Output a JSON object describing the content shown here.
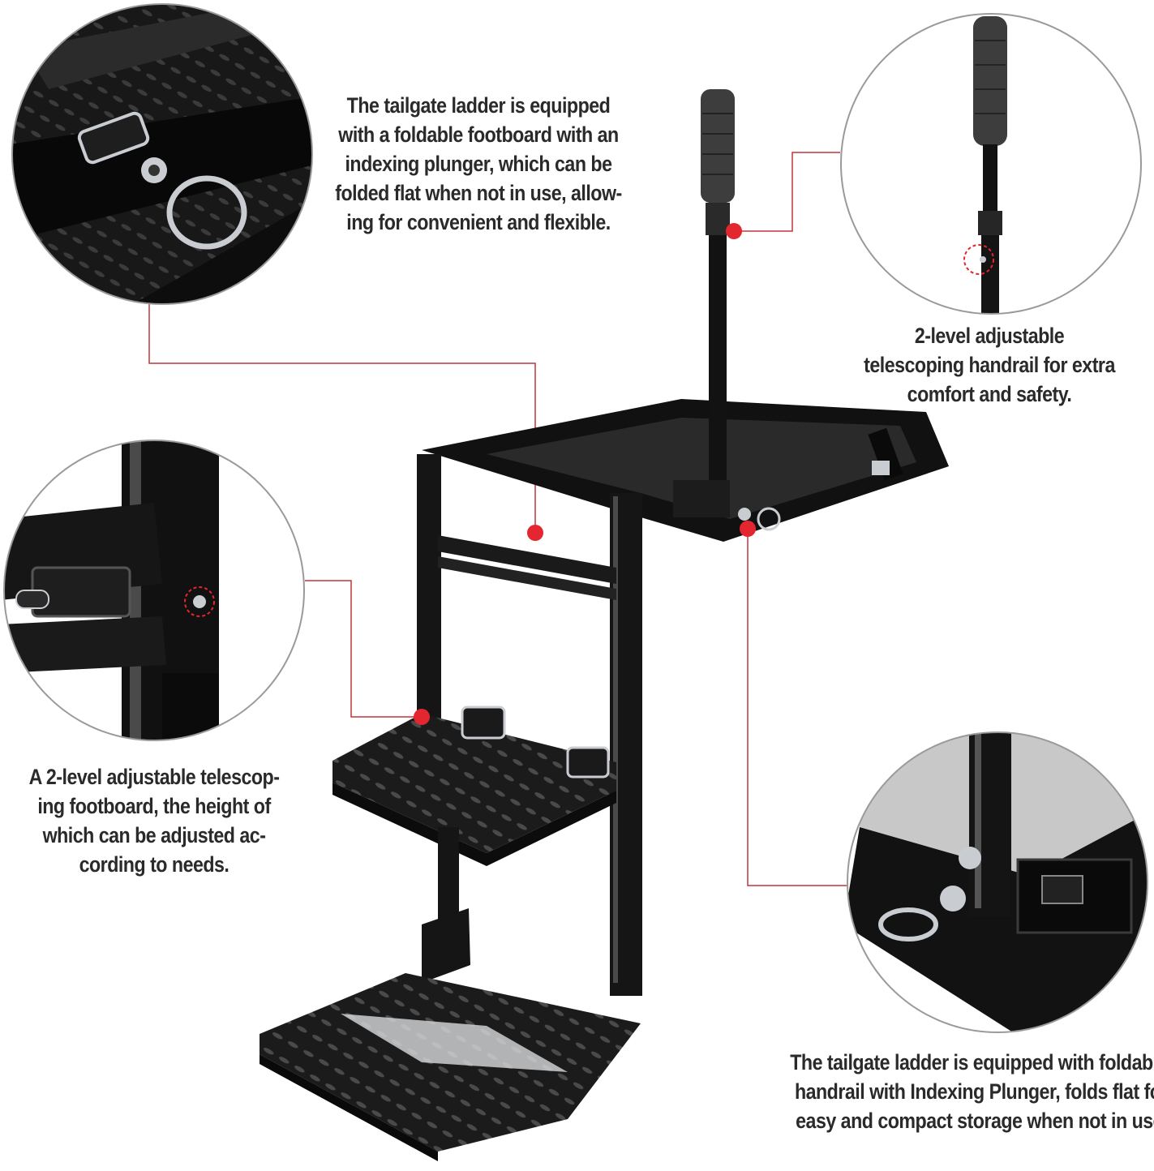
{
  "colors": {
    "leader_line": "#c0353b",
    "marker_dot": "#e3262f",
    "metal": "#161616",
    "metal_highlight": "#5a5a5a",
    "chrome": "#c9cdd2",
    "text": "#2a2a2a",
    "circle_border": "#9a9a9a"
  },
  "icons": {
    "pull_ring": "pull-ring-icon",
    "hinge": "hinge-icon",
    "grip": "grip-handle-icon"
  },
  "callouts": {
    "top": {
      "lines": [
        "The tailgate ladder is equipped",
        "with a foldable footboard with an",
        "indexing plunger, which can be",
        "folded flat when not in use, allow-",
        "ing for convenient and flexible."
      ]
    },
    "right": {
      "lines": [
        "2-level adjustable",
        "telescoping handrail for extra",
        "comfort and safety."
      ]
    },
    "left": {
      "lines": [
        "A 2-level adjustable telescop-",
        "ing footboard, the height of",
        "which can be adjusted ac-",
        "cording to needs."
      ]
    },
    "bottom": {
      "lines": [
        "The tailgate ladder is equipped with foldable",
        "handrail with Indexing Plunger, folds flat for",
        "easy and compact storage when not in use."
      ]
    }
  }
}
